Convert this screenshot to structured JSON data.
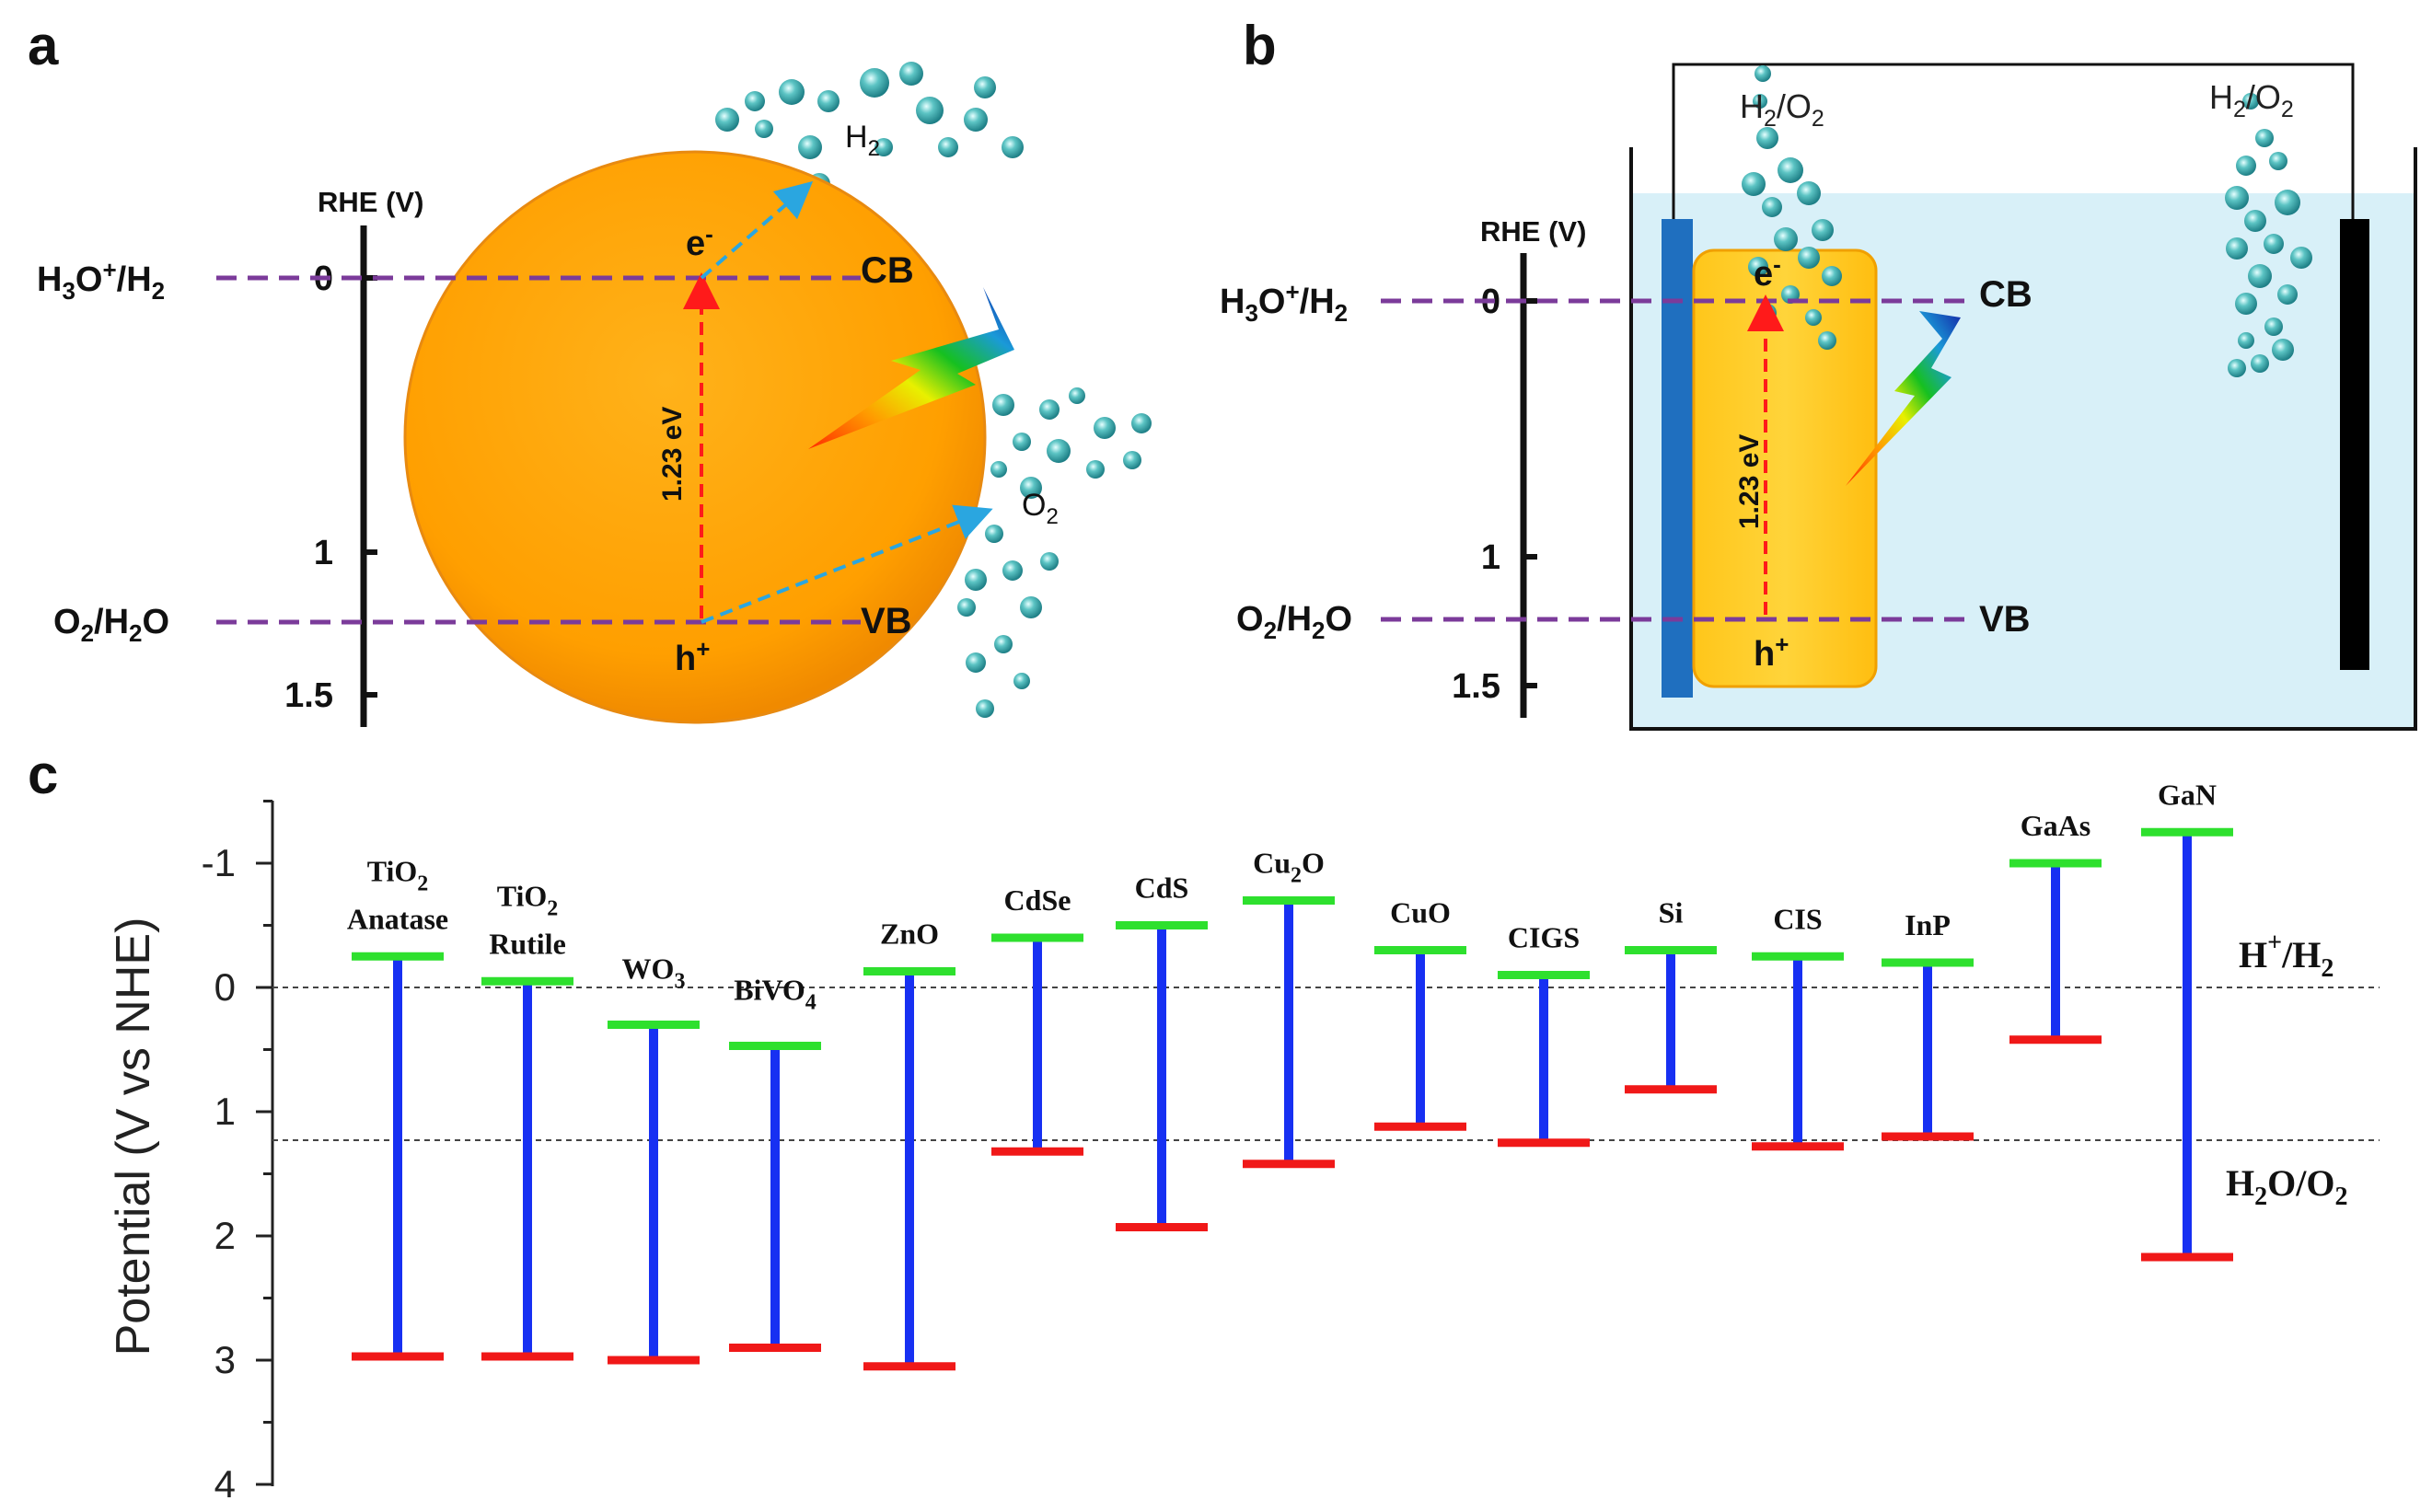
{
  "panels": {
    "a": {
      "letter": "a",
      "rhe_label": "RHE (V)",
      "ticks": [
        "0",
        "1",
        "1.5"
      ],
      "level_h": {
        "main": "H",
        "sub1": "3",
        "mid": "O",
        "sup": "+",
        "slash": "/H",
        "sub2": "2"
      },
      "level_o": {
        "main": "O",
        "sub1": "2",
        "slash": "/H",
        "sub2": "2",
        "end": "O"
      },
      "cb": "CB",
      "vb": "VB",
      "electron": {
        "main": "e",
        "sup": "-"
      },
      "hole": {
        "main": "h",
        "sup": "+"
      },
      "gap": "1.23 eV",
      "h2": {
        "main": "H",
        "sub": "2"
      },
      "o2": {
        "main": "O",
        "sub": "2"
      }
    },
    "b": {
      "letter": "b",
      "rhe_label": "RHE (V)",
      "ticks": [
        "0",
        "1",
        "1.5"
      ],
      "level_h": {
        "main": "H",
        "sub1": "3",
        "mid": "O",
        "sup": "+",
        "slash": "/H",
        "sub2": "2"
      },
      "level_o": {
        "main": "O",
        "sub1": "2",
        "slash": "/H",
        "sub2": "2",
        "end": "O"
      },
      "cb": "CB",
      "vb": "VB",
      "electron": {
        "main": "e",
        "sup": "-"
      },
      "hole": {
        "main": "h",
        "sup": "+"
      },
      "gap": "1.23 eV",
      "gas_left": {
        "a": "H",
        "a_sub": "2",
        "b": "/O",
        "b_sub": "2"
      },
      "gas_right": {
        "a": "H",
        "a_sub": "2",
        "b": "/O",
        "b_sub": "2"
      }
    }
  },
  "chart_data": {
    "type": "bar",
    "panel_letter": "c",
    "ylabel": "Potential (V vs NHE)",
    "ylim": [
      4,
      -1.5
    ],
    "yticks": [
      "-1",
      "0",
      "1",
      "2",
      "3",
      "4"
    ],
    "ytick_values": [
      -1,
      0,
      1,
      2,
      3,
      4
    ],
    "reference_lines": [
      {
        "value": 0.0,
        "label_main": "H",
        "label_sup": "+",
        "label_rest": "/H",
        "label_sub": "2"
      },
      {
        "value": 1.23,
        "label_main": "H",
        "label_sub": "2",
        "label_rest": "O/O",
        "label_sub2": "2"
      }
    ],
    "materials": [
      {
        "name": "TiO",
        "sub": "2",
        "line2": "Anatase",
        "cb": -0.25,
        "vb": 2.97
      },
      {
        "name": "TiO",
        "sub": "2",
        "line2": "Rutile",
        "cb": -0.05,
        "vb": 2.97
      },
      {
        "name": "WO",
        "sub": "3",
        "line2": "",
        "cb": 0.3,
        "vb": 3.0
      },
      {
        "name": "BiVO",
        "sub": "4",
        "line2": "",
        "cb": 0.47,
        "vb": 2.9
      },
      {
        "name": "ZnO",
        "sub": "",
        "line2": "",
        "cb": -0.13,
        "vb": 3.05
      },
      {
        "name": "CdSe",
        "sub": "",
        "line2": "",
        "cb": -0.4,
        "vb": 1.32
      },
      {
        "name": "CdS",
        "sub": "",
        "line2": "",
        "cb": -0.5,
        "vb": 1.93
      },
      {
        "name": "Cu",
        "sub": "2",
        "tail": "O",
        "line2": "",
        "cb": -0.7,
        "vb": 1.42
      },
      {
        "name": "CuO",
        "sub": "",
        "line2": "",
        "cb": -0.3,
        "vb": 1.12
      },
      {
        "name": "CIGS",
        "sub": "",
        "line2": "",
        "cb": -0.1,
        "vb": 1.25
      },
      {
        "name": "Si",
        "sub": "",
        "line2": "",
        "cb": -0.3,
        "vb": 0.82
      },
      {
        "name": "CIS",
        "sub": "",
        "line2": "",
        "cb": -0.25,
        "vb": 1.28
      },
      {
        "name": "InP",
        "sub": "",
        "line2": "",
        "cb": -0.2,
        "vb": 1.2
      },
      {
        "name": "GaAs",
        "sub": "",
        "line2": "",
        "cb": -1.0,
        "vb": 0.42
      },
      {
        "name": "GaN",
        "sub": "",
        "line2": "",
        "cb": -1.25,
        "vb": 2.17
      }
    ],
    "colors": {
      "cb": "#2ee02e",
      "vb": "#f01818",
      "gap": "#1730f2",
      "ref": "#444444"
    }
  },
  "colors": {
    "level_dash": "#7b3b9a",
    "particle": "#ffa500",
    "electrode_left": "#1f6fbf",
    "electrolyte": "#d8f0f8",
    "bubble": "#3aaeae"
  }
}
